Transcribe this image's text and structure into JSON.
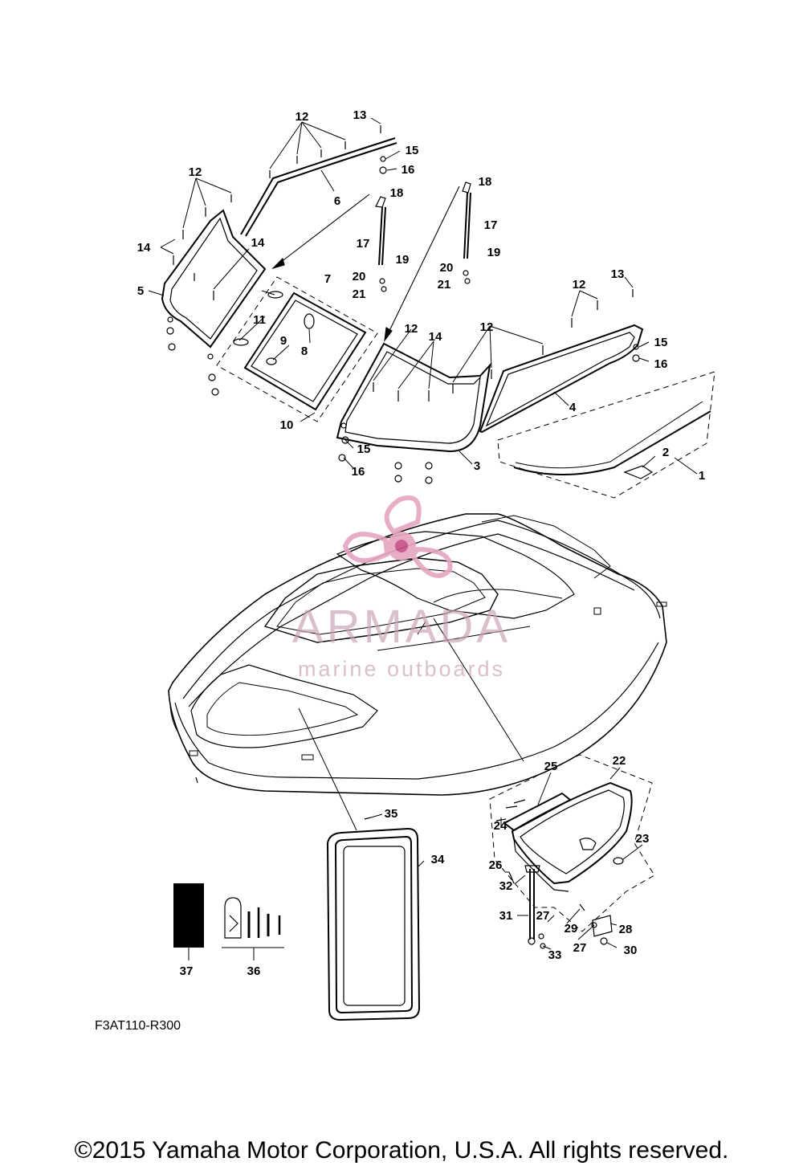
{
  "diagram_code": "F3AT110-R300",
  "copyright": "©2015 Yamaha Motor Corporation, U.S.A. All rights reserved.",
  "watermark": {
    "brand": "ARMADA",
    "tagline": "marine outboards"
  },
  "callouts": {
    "c1": "1",
    "c2": "2",
    "c3": "3",
    "c4": "4",
    "c5": "5",
    "c6": "6",
    "c7": "7",
    "c8": "8",
    "c9": "9",
    "c10": "10",
    "c11": "11",
    "c12a": "12",
    "c12b": "12",
    "c12c": "12",
    "c12d": "12",
    "c12e": "12",
    "c13a": "13",
    "c13b": "13",
    "c14a": "14",
    "c14b": "14",
    "c14c": "14",
    "c15a": "15",
    "c15b": "15",
    "c15c": "15",
    "c16a": "16",
    "c16b": "16",
    "c16c": "16",
    "c17a": "17",
    "c17b": "17",
    "c18a": "18",
    "c18b": "18",
    "c19a": "19",
    "c19b": "19",
    "c20a": "20",
    "c20b": "20",
    "c21a": "21",
    "c21b": "21",
    "c22": "22",
    "c23": "23",
    "c24": "24",
    "c25": "25",
    "c26": "26",
    "c27a": "27",
    "c27b": "27",
    "c28": "28",
    "c29": "29",
    "c30": "30",
    "c31": "31",
    "c32": "32",
    "c33": "33",
    "c34": "34",
    "c35": "35",
    "c36": "36",
    "c37": "37"
  },
  "colors": {
    "line": "#000000",
    "watermark": "#e6a5c0",
    "watermark_dark": "#c44f86",
    "background": "#ffffff"
  }
}
